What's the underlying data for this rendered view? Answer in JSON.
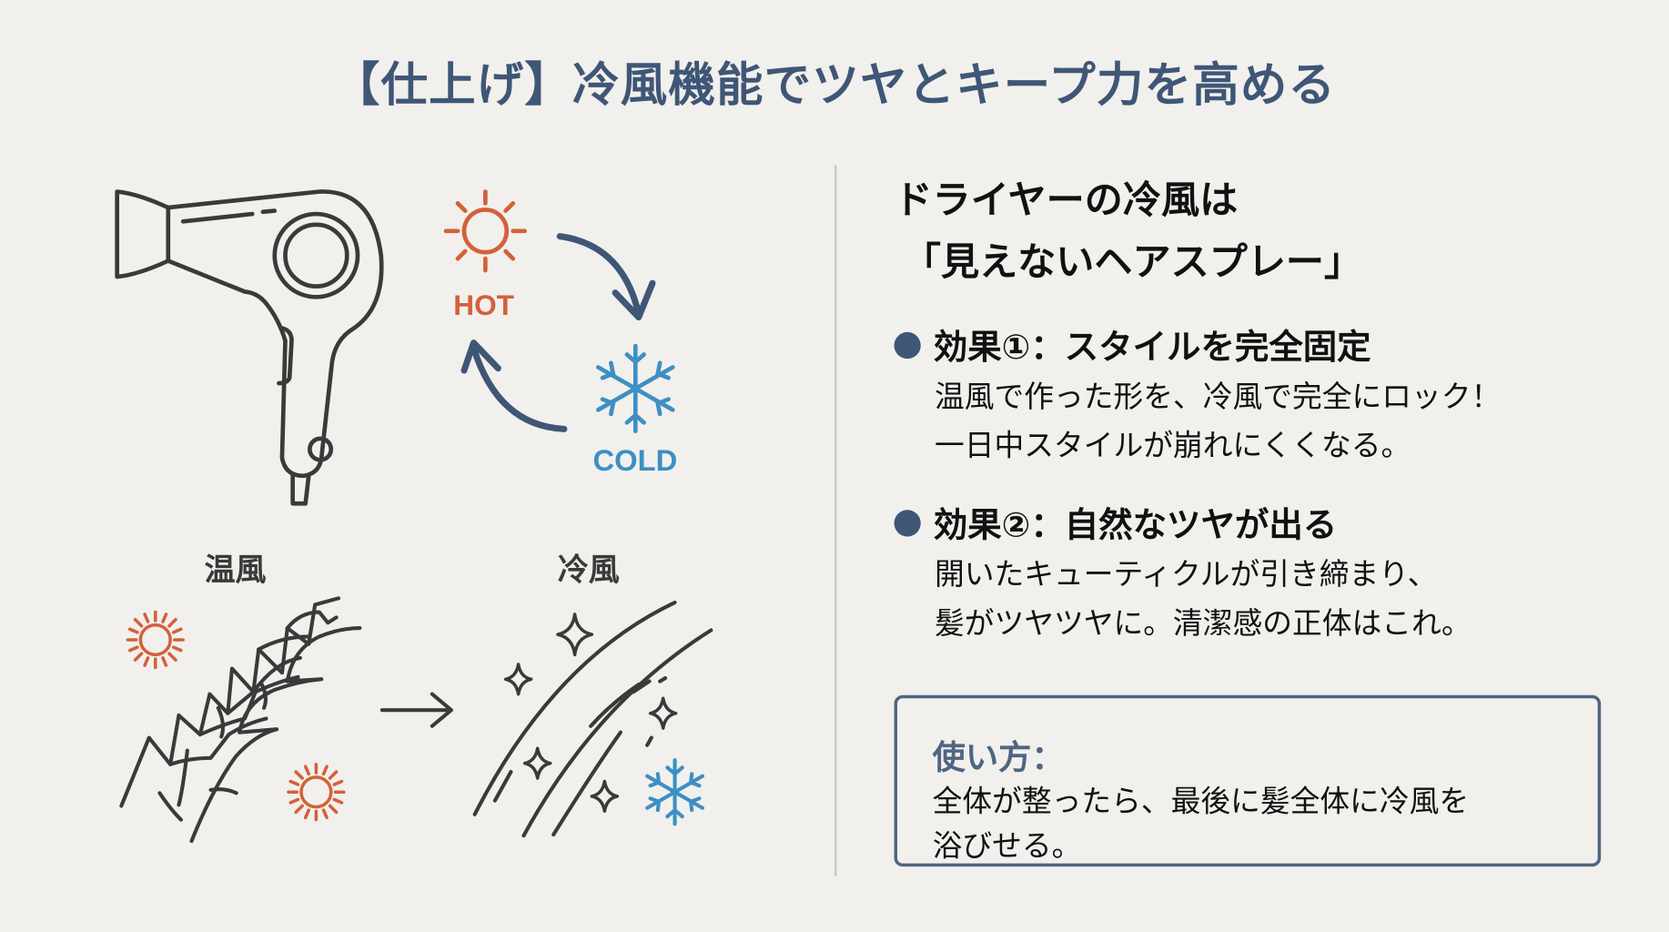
{
  "slide": {
    "title": "【仕上げ】冷風機能でツヤとキープ力を高める",
    "colors": {
      "background": "#f1f0ec",
      "title": "#3f5677",
      "accent_navy": "#3f5677",
      "hot": "#d4603a",
      "cold": "#3d8fc4",
      "line_art": "#3a3a3a",
      "divider": "#c9c8c4"
    }
  },
  "illustration": {
    "cycle": {
      "hot_label": "HOT",
      "cold_label": "COLD",
      "icons": [
        "hair-dryer-icon",
        "sun-icon",
        "snowflake-icon",
        "cycle-arrow-icon"
      ]
    },
    "comparison": {
      "before_label": "温風",
      "after_label": "冷風",
      "icons": [
        "damaged-hair-icon",
        "sun-icon",
        "arrow-right-icon",
        "smooth-hair-icon",
        "sparkle-icon",
        "snowflake-icon"
      ]
    }
  },
  "content": {
    "heading_line1": "ドライヤーの冷風は",
    "heading_line2": "「見えないヘアスプレー」",
    "effects": [
      {
        "title": "効果①：スタイルを完全固定",
        "lines": [
          "温風で作った形を、冷風で完全にロック！",
          "一日中スタイルが崩れにくくなる。"
        ]
      },
      {
        "title": "効果②：自然なツヤが出る",
        "lines": [
          "開いたキューティクルが引き締まり、",
          "髪がツヤツヤに。清潔感の正体はこれ。"
        ]
      }
    ],
    "howto": {
      "title": "使い方：",
      "body_line1": "全体が整ったら、最後に髪全体に冷風を",
      "body_line2": "浴びせる。"
    }
  }
}
